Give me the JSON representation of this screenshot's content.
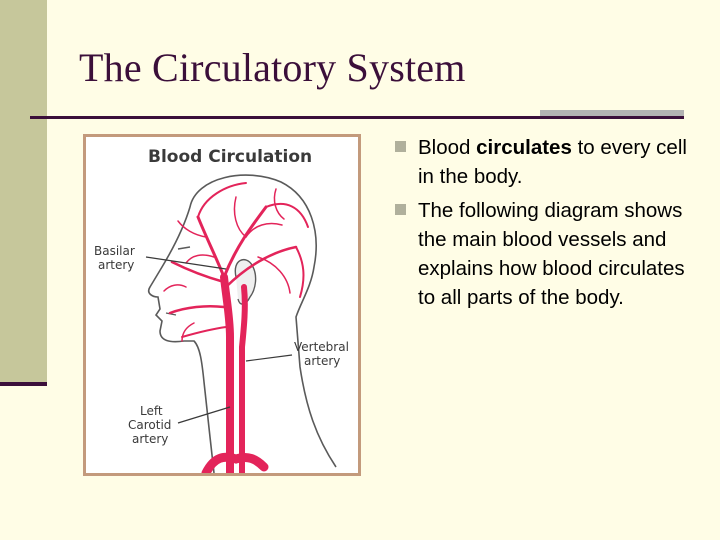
{
  "slide": {
    "title": "The Circulatory System"
  },
  "figure": {
    "title": "Blood Circulation",
    "labels": {
      "basilar_line1": "Basilar",
      "basilar_line2": "artery",
      "vertebral_line1": "Vertebral",
      "vertebral_line2": "artery",
      "carotid_line1": "Left",
      "carotid_line2": "Carotid",
      "carotid_line3": "artery"
    }
  },
  "bullets": [
    {
      "before": "Blood ",
      "bold": "circulates",
      "after": " to every cell in the body."
    },
    {
      "text": "The following diagram shows the main blood vessels and explains how blood circulates to all parts of the body."
    }
  ],
  "colors": {
    "background": "#fffde6",
    "accent_bar": "#c6c79b",
    "title": "#3b0f3a",
    "artery": "#e3245a",
    "bullet": "#b0b09c"
  }
}
